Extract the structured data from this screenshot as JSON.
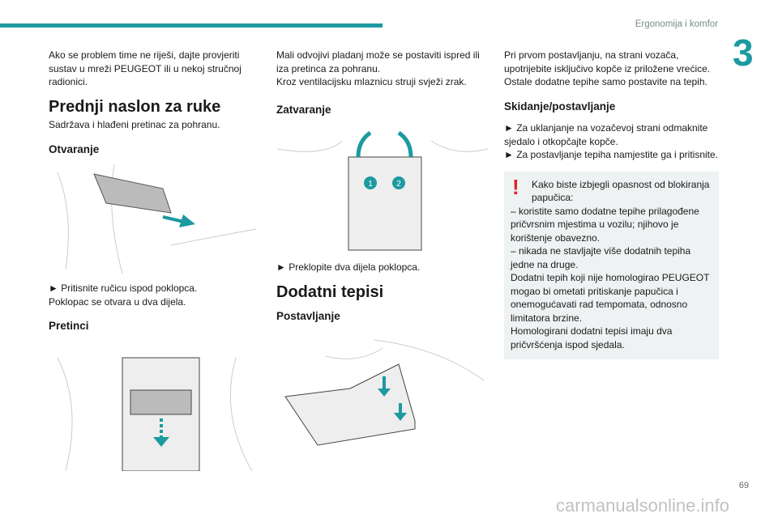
{
  "header": {
    "section": "Ergonomija i komfor",
    "chapter": "3"
  },
  "col1": {
    "intro": "Ako se problem time ne riješi, dajte provjeriti sustav u mreži PEUGEOT ili u nekoj stručnoj radionici.",
    "title": "Prednji naslon za ruke",
    "desc": "Sadržava i hlađeni pretinac za pohranu.",
    "h_open": "Otvaranje",
    "step1": "► Pritisnite ručicu ispod poklopca.",
    "step1b": "Poklopac se otvara u dva dijela.",
    "h_compart": "Pretinci"
  },
  "col2": {
    "p1": "Mali odvojivi pladanj može se postaviti ispred ili iza pretinca za pohranu.",
    "p2": "Kroz ventilacijsku mlaznicu struji svježi zrak.",
    "h_close": "Zatvaranje",
    "step": "► Preklopite dva dijela poklopca.",
    "title": "Dodatni tepisi",
    "h_install": "Postavljanje",
    "badge1": "1",
    "badge2": "2"
  },
  "col3": {
    "p1": "Pri prvom postavljanju, na strani vozača, upotrijebite isključivo kopče iz priložene vrećice.",
    "p2": "Ostale dodatne tepihe samo postavite na tepih.",
    "h_remove": "Skidanje/postavljanje",
    "s1": "► Za uklanjanje na vozačevoj strani odmaknite sjedalo i otkopčajte kopče.",
    "s2": "► Za postavljanje tepiha namjestite ga i pritisnite.",
    "warning": {
      "icon": "!",
      "lead": "Kako biste izbjegli opasnost od blokiranja papučica:",
      "b1": "–  koristite samo dodatne tepihe prilagođene pričvrsnim mjestima u vozilu; njihovo je korištenje obavezno.",
      "b2": "–  nikada ne stavljajte više dodatnih tepiha jedne na druge.",
      "p1": "Dodatni tepih koji nije homologirao PEUGEOT mogao bi ometati pritiskanje papučica i onemogućavati rad tempomata, odnosno limitatora brzine.",
      "p2": "Homologirani dodatni tepisi imaju dva pričvršćenja ispod sjedala."
    }
  },
  "footer": {
    "page": "69",
    "watermark": "carmanualsonline.info"
  },
  "colors": {
    "accent": "#1c9aa0",
    "warning": "#e0202a"
  }
}
